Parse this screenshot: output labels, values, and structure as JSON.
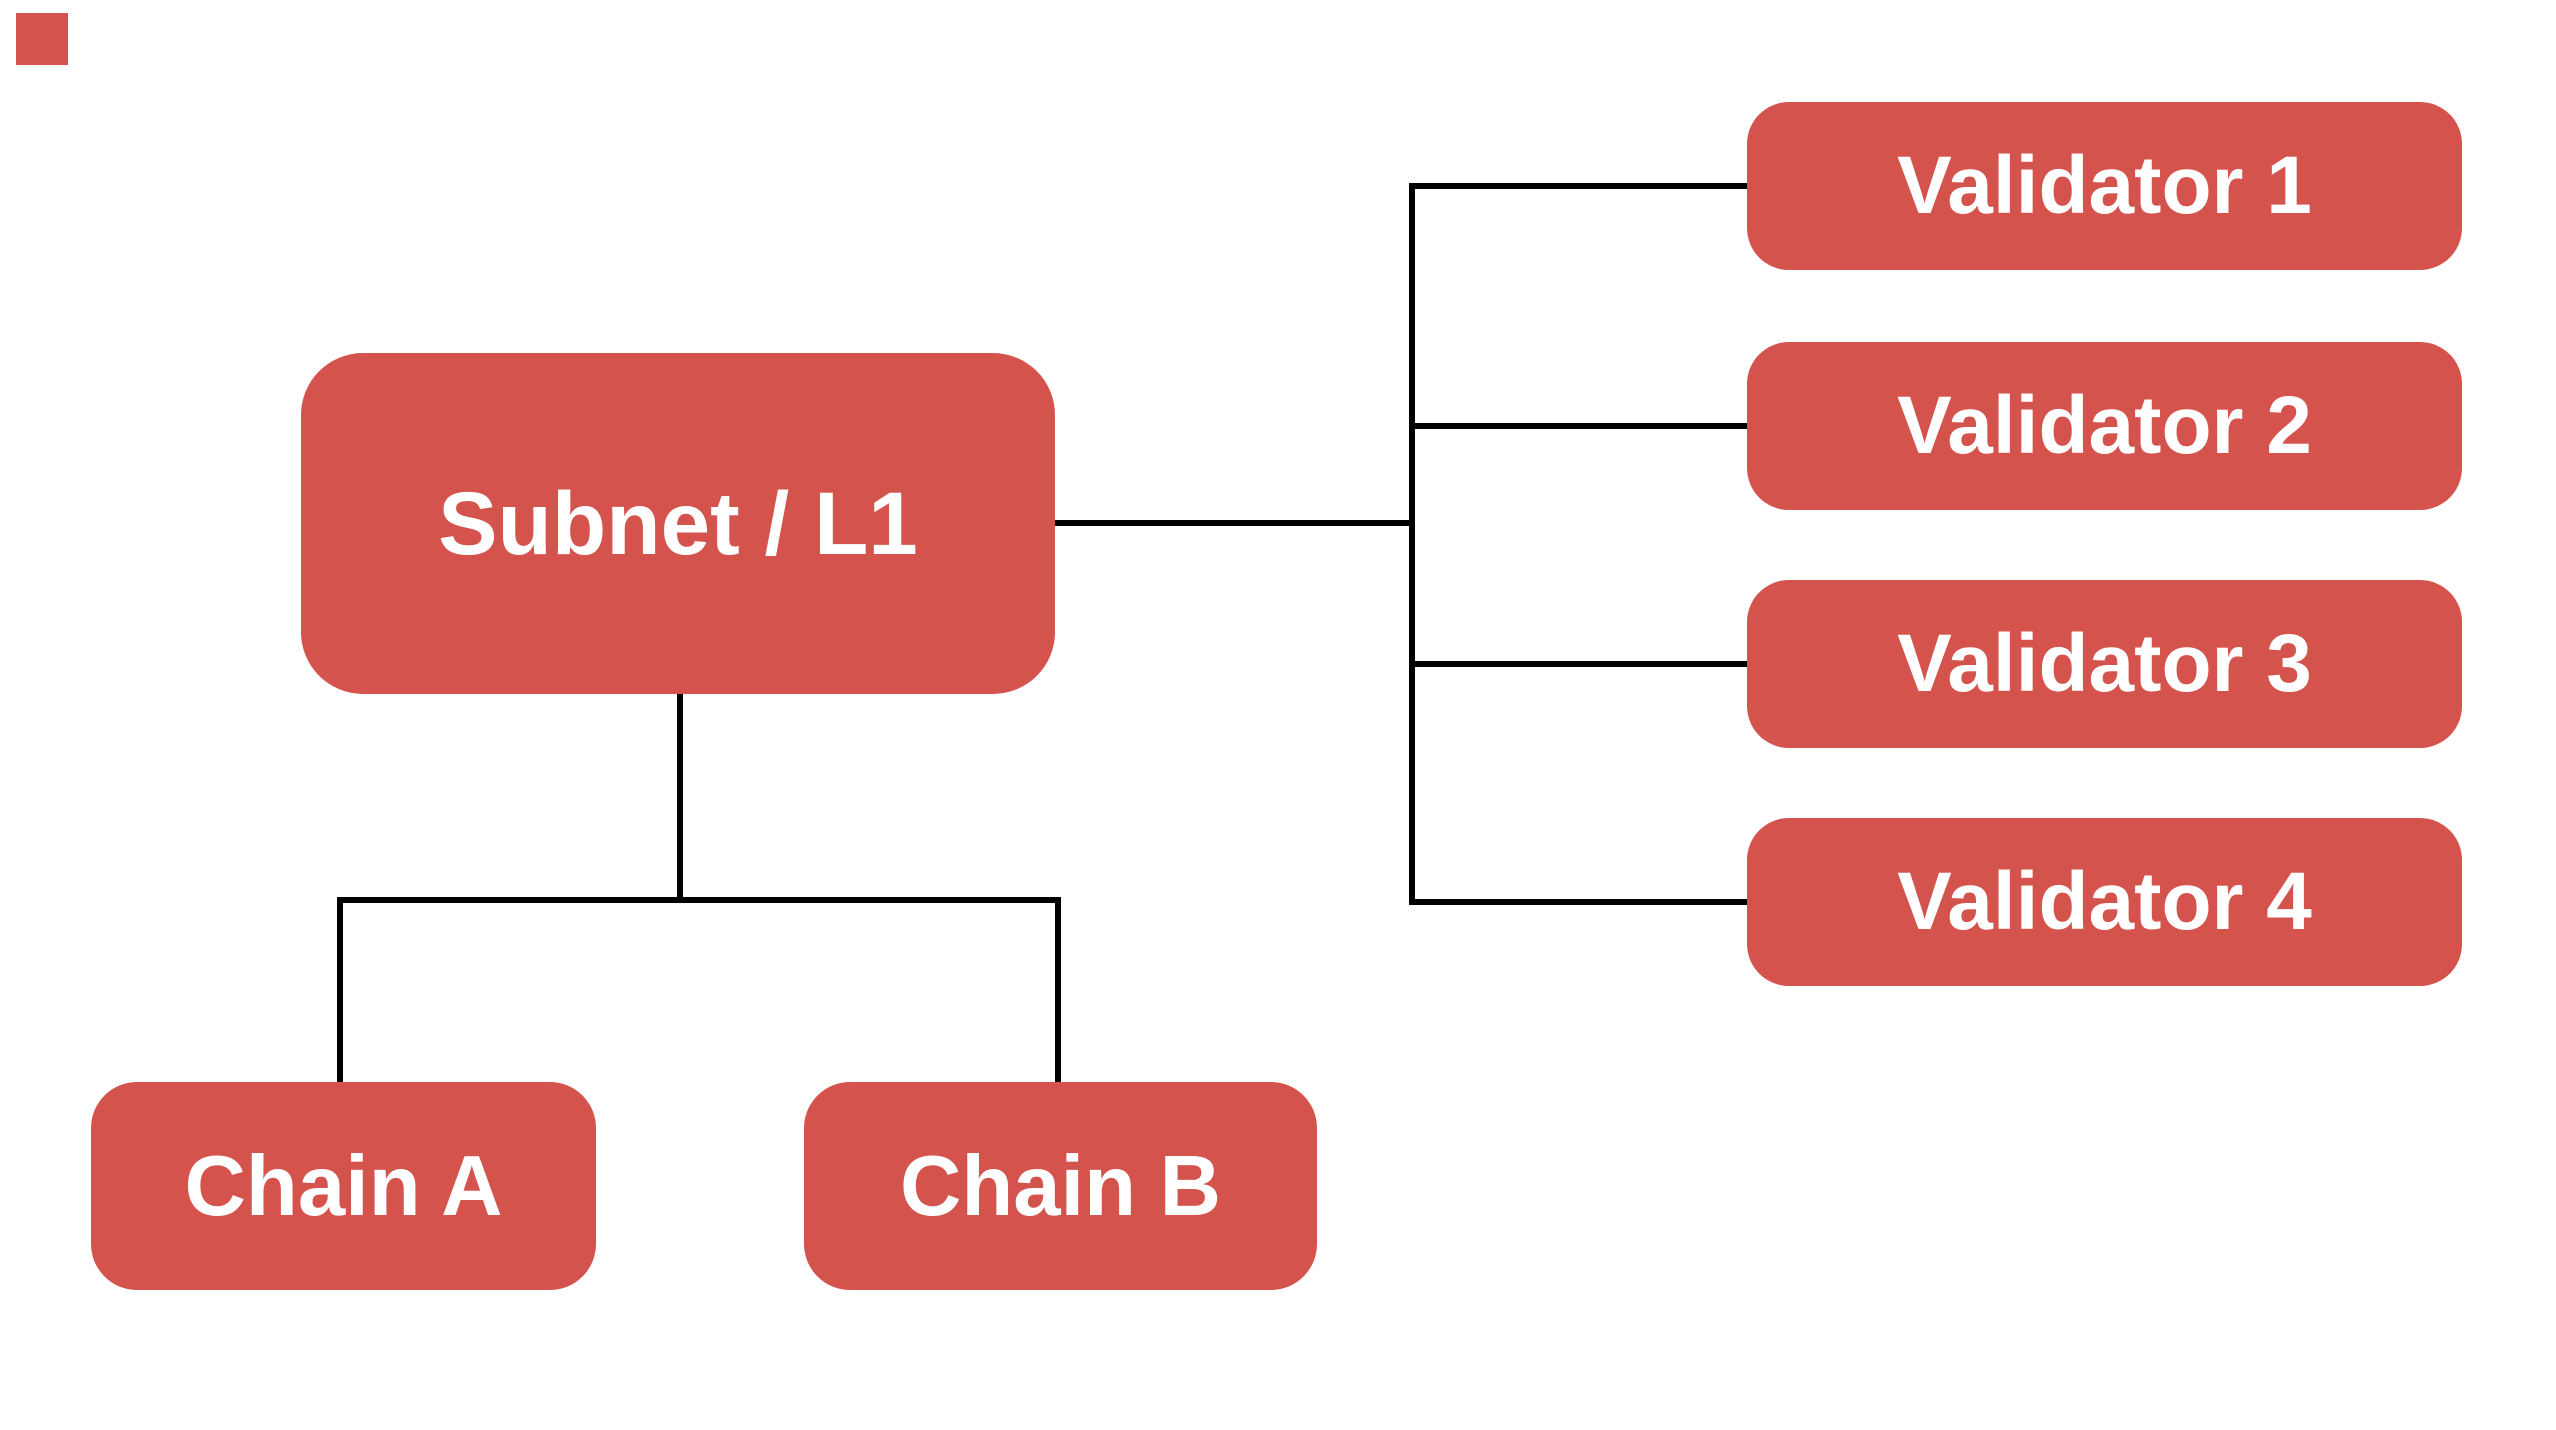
{
  "diagram": {
    "nodes": {
      "subnet": {
        "label": "Subnet / L1"
      },
      "chain_a": {
        "label": "Chain A"
      },
      "chain_b": {
        "label": "Chain B"
      },
      "validator_1": {
        "label": "Validator 1"
      },
      "validator_2": {
        "label": "Validator 2"
      },
      "validator_3": {
        "label": "Validator 3"
      },
      "validator_4": {
        "label": "Validator 4"
      }
    },
    "edges": [
      {
        "from": "subnet",
        "to": "validator_1"
      },
      {
        "from": "subnet",
        "to": "validator_2"
      },
      {
        "from": "subnet",
        "to": "validator_3"
      },
      {
        "from": "subnet",
        "to": "validator_4"
      },
      {
        "from": "subnet",
        "to": "chain_a"
      },
      {
        "from": "subnet",
        "to": "chain_b"
      }
    ],
    "colors": {
      "node_fill": "#d5534d",
      "node_text": "#ffffff",
      "connector": "#000000",
      "background": "#ffffff"
    },
    "marker": {
      "color": "#d5534d"
    }
  }
}
